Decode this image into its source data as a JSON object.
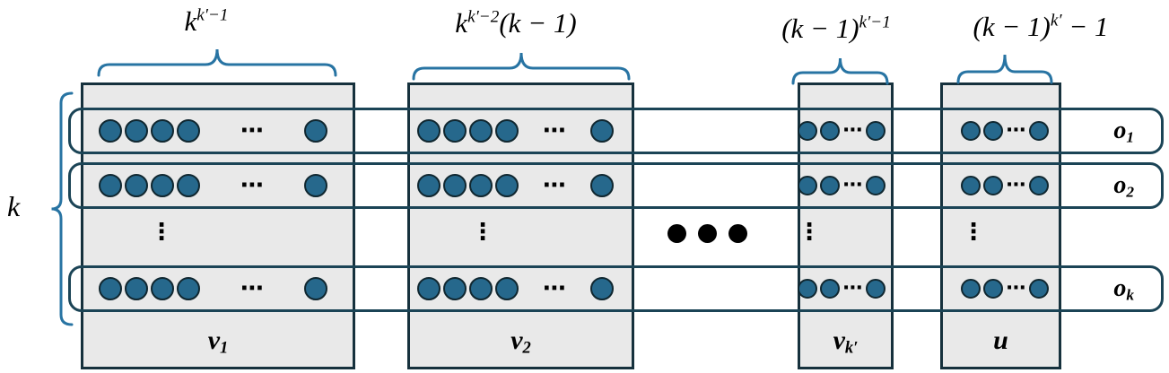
{
  "braces": {
    "top": [
      {
        "base": "k",
        "sup": "k′−1",
        "tail": ""
      },
      {
        "base": "k",
        "sup": "k′−2",
        "tail": "(k − 1)"
      },
      {
        "base": "(k − 1)",
        "sup": "k′−1",
        "tail": ""
      },
      {
        "base": "(k − 1)",
        "sup": "k′",
        "tail": " − 1"
      }
    ],
    "left_label": "k"
  },
  "columns": [
    {
      "id": "v1",
      "label_base": "v",
      "label_sub": "1",
      "row_dots": {
        "lead": 4,
        "trail": 1
      }
    },
    {
      "id": "v2",
      "label_base": "v",
      "label_sub": "2",
      "row_dots": {
        "lead": 4,
        "trail": 1
      }
    },
    {
      "id": "vk",
      "label_base": "v",
      "label_sub": "k′",
      "row_dots": {
        "lead": 2,
        "trail": 1
      }
    },
    {
      "id": "u",
      "label_base": "u",
      "label_sub": "",
      "row_dots": {
        "lead": 2,
        "trail": 1
      }
    }
  ],
  "rows": [
    {
      "label_base": "o",
      "label_sub": "1"
    },
    {
      "label_base": "o",
      "label_sub": "2"
    },
    {
      "label_base": "o",
      "label_sub": "k"
    }
  ],
  "ellipses": {
    "row": "⋯",
    "vertical": "⋮",
    "column_gap": "●●●"
  },
  "colors": {
    "column_fill": "#e9e9e9",
    "column_border": "#16313d",
    "row_border": "#1b4456",
    "dot_fill": "#26688c",
    "dot_border": "#102730",
    "brace": "#2874a3",
    "text": "#000000"
  }
}
